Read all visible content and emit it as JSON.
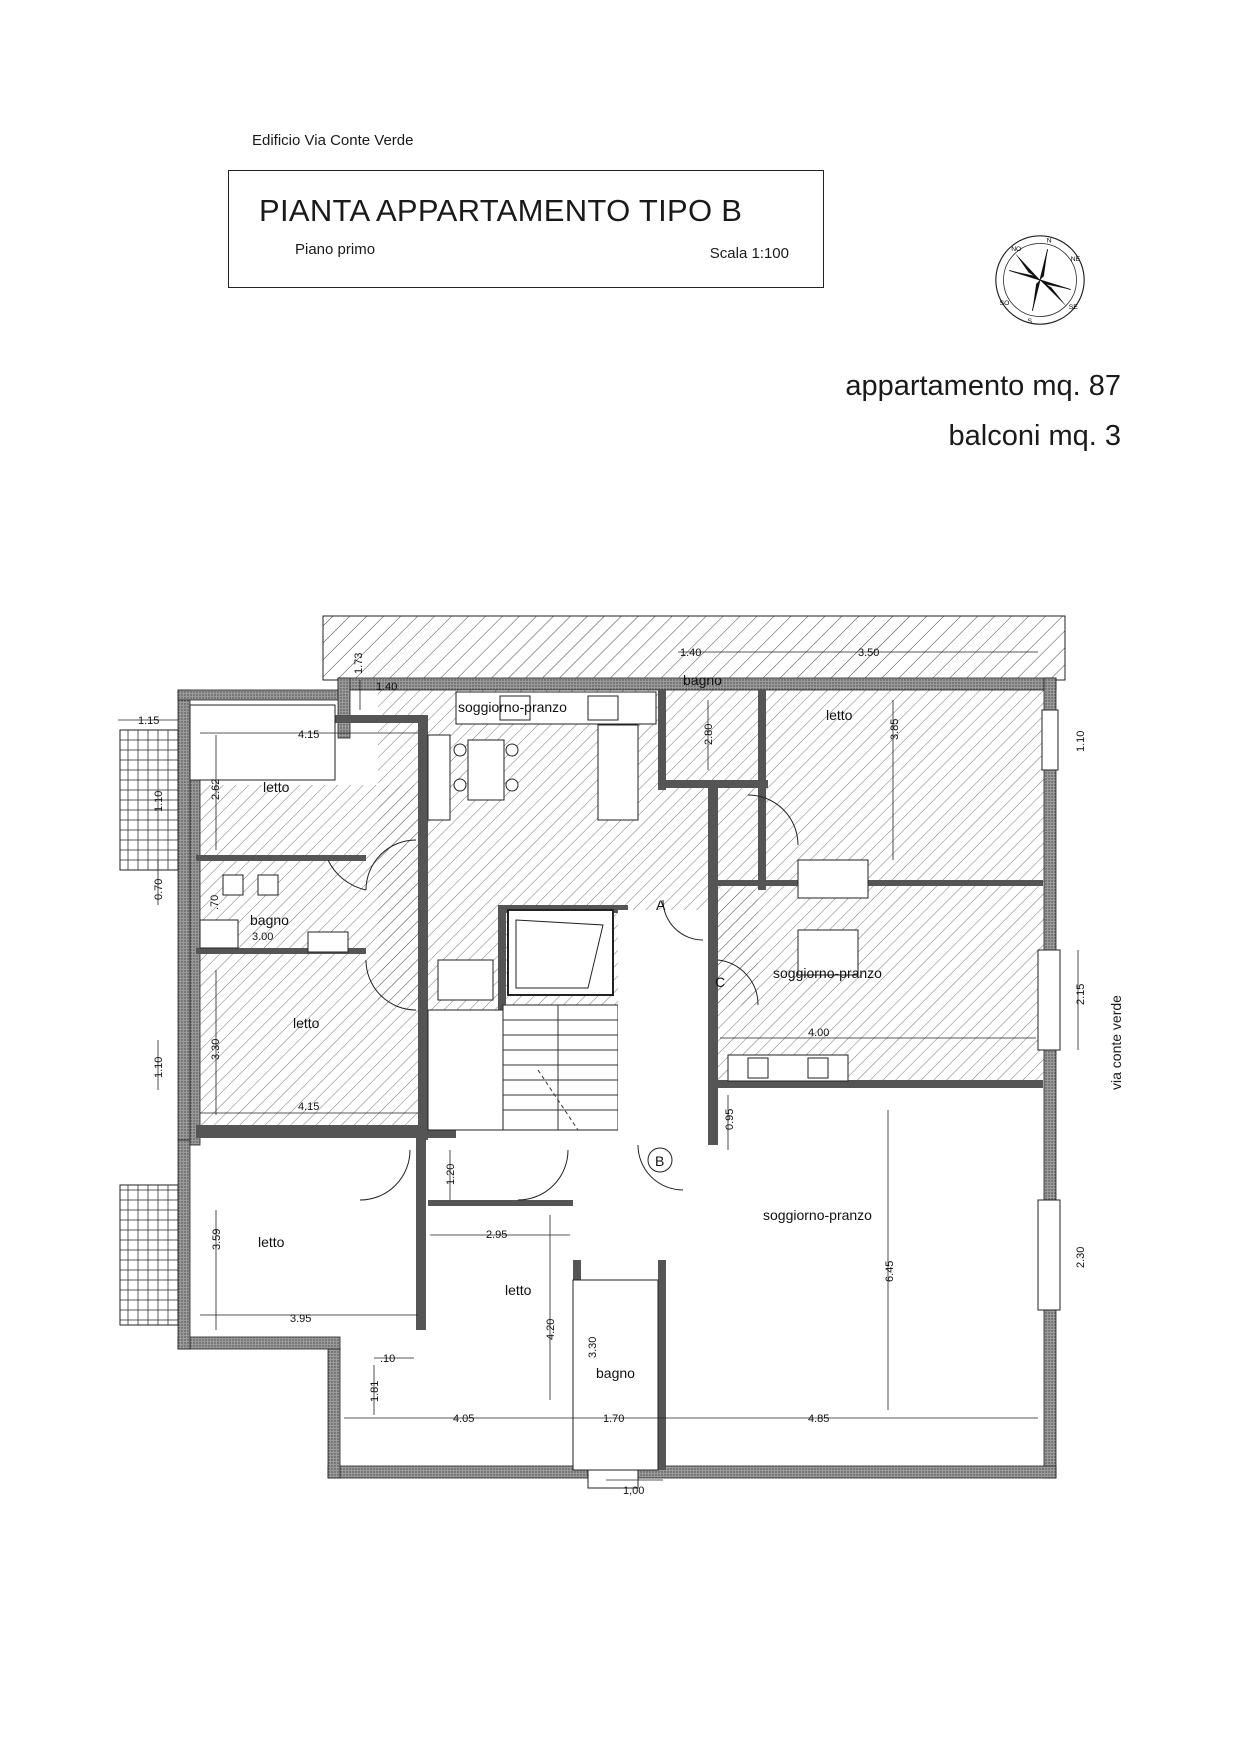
{
  "header": {
    "building": "Edificio Via Conte Verde",
    "title": "PIANTA APPARTAMENTO TIPO  B",
    "floor": "Piano primo",
    "scale": "Scala 1:100"
  },
  "areas": {
    "apartment": "appartamento mq. 87",
    "balconies": "balconi mq. 3"
  },
  "compass": {
    "labels": [
      "N",
      "NE",
      "SE",
      "S",
      "SO",
      "NO"
    ]
  },
  "rooms": {
    "living_top": "soggiorno-pranzo",
    "bath_top": "bagno",
    "bed_top_right": "letto",
    "bed_left_top": "letto",
    "bath_left": "bagno",
    "bed_left_mid": "letto",
    "living_right_mid": "soggiorno-pranzo",
    "living_bottom_right": "soggiorno-pranzo",
    "bed_bottom_left": "letto",
    "bed_bottom_mid": "letto",
    "bath_bottom": "bagno"
  },
  "markers": {
    "a": "A",
    "b": "B",
    "c": "C"
  },
  "street": "via conte verde",
  "dimensions": {
    "d_115": "1.15",
    "d_140_top": "1.40",
    "d_173": "1.73",
    "d_415_top": "4.15",
    "d_262": "2.62",
    "d_110_left1": "1.10",
    "d_070": "0.70",
    "d_070b": ".70",
    "d_300": "3.00",
    "d_330": "3.30",
    "d_110_left2": "1.10",
    "d_415_bot": "4.15",
    "d_140_bath": "1.40",
    "d_350": "3.50",
    "d_280": "2.80",
    "d_385": "3.85",
    "d_110_right": "1.10",
    "d_215": "2.15",
    "d_400": "4.00",
    "d_095": "0.95",
    "d_120": "1.20",
    "d_295": "2.95",
    "d_359": "3.59",
    "d_395": "3.95",
    "d_420": "4.20",
    "d_330b": "3.30",
    "d_645": "6.45",
    "d_230": "2.30",
    "d_010": ".10",
    "d_181": "1.81",
    "d_405": "4.05",
    "d_170": "1.70",
    "d_485": "4.85",
    "d_100": "1,00"
  }
}
